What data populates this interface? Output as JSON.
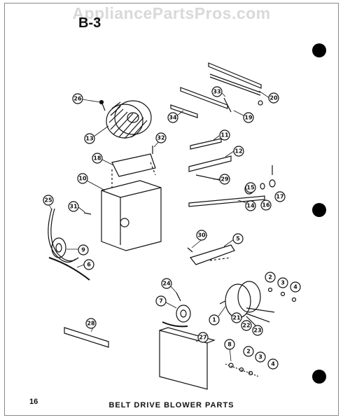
{
  "watermark": "AppliancePartsPros.com",
  "section_code": "B-3",
  "page_number": "16",
  "caption": "BELT DRIVE BLOWER PARTS",
  "callouts": {
    "c26": "26",
    "c13": "13",
    "c34": "34",
    "c33": "33",
    "c20": "20",
    "c19": "19",
    "c18": "18",
    "c32": "32",
    "c11": "11",
    "c12": "12",
    "c29": "29",
    "c10": "10",
    "c15": "15",
    "c16": "16",
    "c17": "17",
    "c14": "14",
    "c25": "25",
    "c31": "31",
    "c9": "9",
    "c6": "6",
    "c30": "30",
    "c5": "5",
    "c24": "24",
    "c7": "7",
    "c2a": "2",
    "c3a": "3",
    "c4a": "4",
    "c1": "1",
    "c21": "21",
    "c22": "22",
    "c23": "23",
    "c28": "28",
    "c27": "27",
    "c8": "8",
    "c2b": "2",
    "c3b": "3",
    "c4b": "4"
  }
}
